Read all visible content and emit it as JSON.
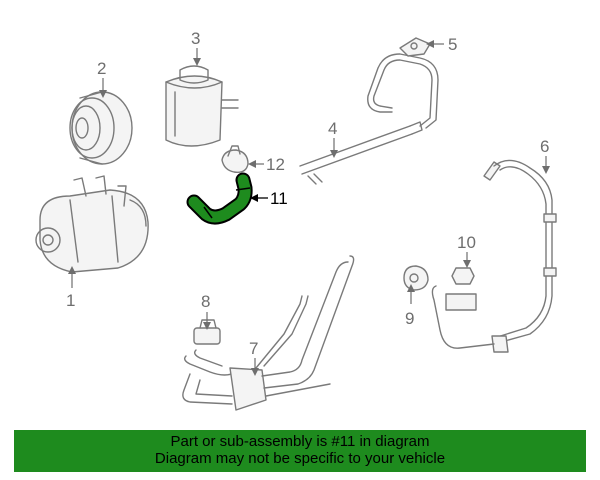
{
  "diagram": {
    "callouts": [
      "1",
      "2",
      "3",
      "4",
      "5",
      "6",
      "7",
      "8",
      "9",
      "10",
      "11",
      "12"
    ],
    "highlighted_part": "11",
    "highlight_color": "#1e8b1e"
  },
  "banner": {
    "line1": "Part or sub-assembly is #11 in diagram",
    "line2": "Diagram may not be specific to your vehicle",
    "background": "#1e8b1e"
  }
}
